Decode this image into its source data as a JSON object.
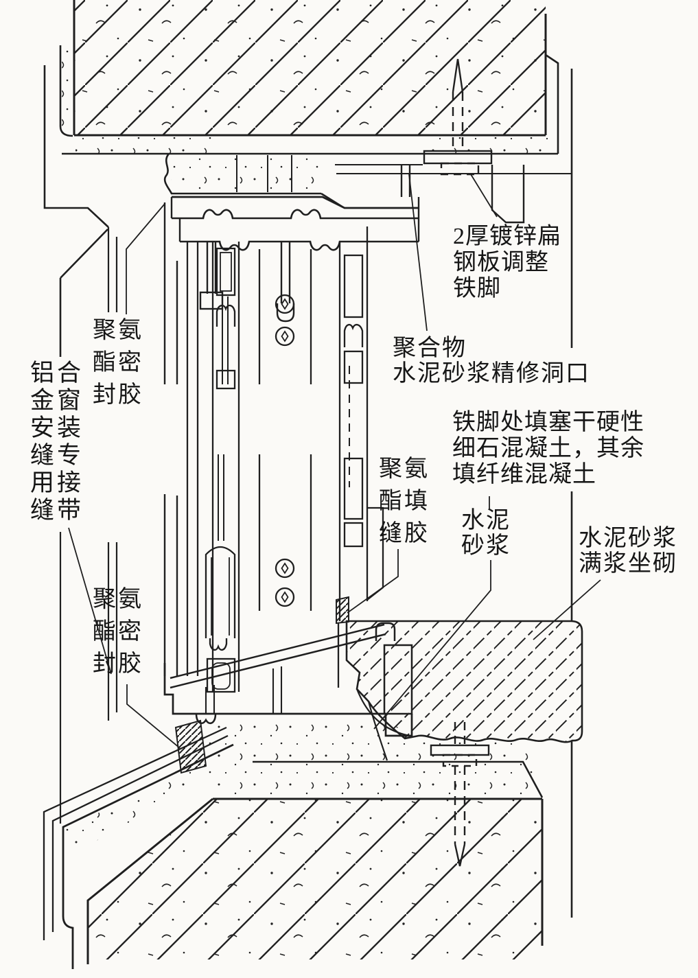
{
  "drawing": {
    "kind": "construction-detail-section",
    "ink_color": "#1f1f1f",
    "paper_color": "#fbfaf7"
  },
  "labels": {
    "steel_foot": {
      "text": "2厚镀锌扁\n钢板调整\n铁脚"
    },
    "polymer_mortar": {
      "text": "聚合物\n水泥砂浆精修洞口"
    },
    "iron_foot_fill": {
      "text": "铁脚处填塞干硬性\n细石混凝土，其余\n填纤维混凝土"
    },
    "cement_mortar": {
      "text": "水泥\n砂浆"
    },
    "full_mortar_bed": {
      "text": "水泥砂浆\n满浆坐砌"
    },
    "pu_joint_filler": {
      "text": "聚氨\n酯填\n缝胶"
    },
    "pu_sealant_top": {
      "text": "聚氨\n酯密\n封胶"
    },
    "joint_tape": {
      "text": "铝合\n金窗\n安装\n缝专\n用接\n缝带"
    },
    "pu_sealant_bottom": {
      "text": "聚氨\n酯密\n封胶"
    }
  }
}
